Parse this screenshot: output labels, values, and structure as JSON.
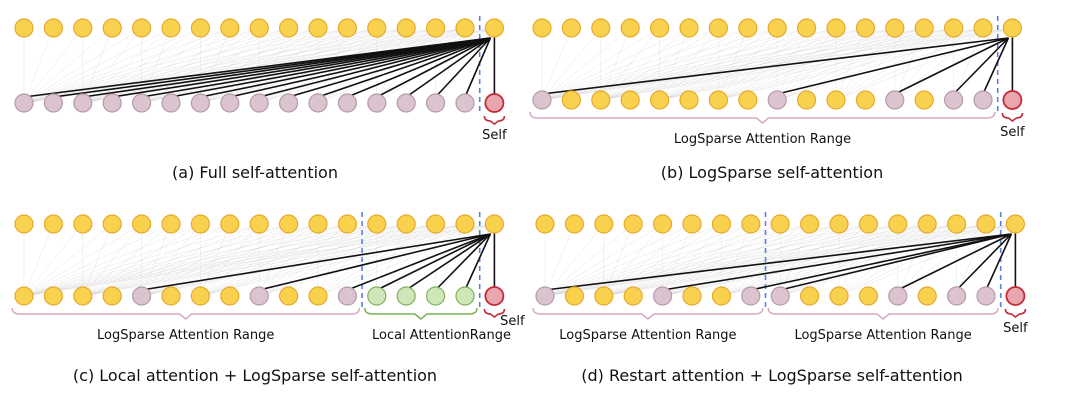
{
  "colors": {
    "yellow_fill": "#f8d24e",
    "yellow_stroke": "#e6a92c",
    "pink_fill": "#dcc3d0",
    "pink_stroke": "#b59aa8",
    "green_fill": "#cfe6b8",
    "green_stroke": "#7fb15c",
    "self_fill": "#e8a6ae",
    "self_stroke": "#c42b3a",
    "bracket_pink": "#d9a9c4",
    "bracket_green": "#79b255",
    "dashed_line": "#5b7fe0",
    "attention_line": "#111111",
    "faint_line": "#cfcfcf"
  },
  "panels": [
    {
      "id": "a",
      "caption": "(a) Full self-attention",
      "bottom_nodes": [
        "p",
        "p",
        "p",
        "p",
        "p",
        "p",
        "p",
        "p",
        "p",
        "p",
        "p",
        "p",
        "p",
        "p",
        "p",
        "p"
      ],
      "attended": [
        0,
        1,
        2,
        3,
        4,
        5,
        6,
        7,
        8,
        9,
        10,
        11,
        12,
        13,
        14,
        15
      ],
      "self_label": "Self",
      "ranges": []
    },
    {
      "id": "b",
      "caption": "(b) LogSparse self-attention",
      "bottom_nodes": [
        "p",
        "y",
        "y",
        "y",
        "y",
        "y",
        "y",
        "y",
        "p",
        "y",
        "y",
        "y",
        "p",
        "y",
        "p",
        "p"
      ],
      "attended": [
        0,
        8,
        12,
        14,
        15
      ],
      "self_label": "Self",
      "ranges": [
        {
          "from": 0,
          "to": 15,
          "kind": "pink",
          "label": "LogSparse Attention  Range"
        }
      ]
    },
    {
      "id": "c",
      "caption": "(c) Local attention + LogSparse self-attention",
      "bottom_nodes": [
        "y",
        "y",
        "y",
        "y",
        "p",
        "y",
        "y",
        "y",
        "p",
        "y",
        "y",
        "p",
        "g",
        "g",
        "g",
        "g"
      ],
      "attended": [
        4,
        8,
        11,
        12,
        13,
        14,
        15
      ],
      "self_label": "Self",
      "ranges": [
        {
          "from": 0,
          "to": 11,
          "kind": "pink",
          "label": "LogSparse Attention  Range"
        },
        {
          "from": 12,
          "to": 15,
          "kind": "green",
          "label": "Local  Attention"
        },
        {
          "from": 16,
          "to": 16,
          "kind": "pink",
          "label": "Range"
        }
      ]
    },
    {
      "id": "d",
      "caption": "(d) Restart attention + LogSparse self-attention",
      "bottom_nodes": [
        "p",
        "y",
        "y",
        "y",
        "p",
        "y",
        "y",
        "p",
        "p",
        "y",
        "y",
        "y",
        "p",
        "y",
        "p",
        "p"
      ],
      "attended": [
        0,
        4,
        7,
        8,
        12,
        14,
        15
      ],
      "self_label": "Self",
      "ranges": [
        {
          "from": 0,
          "to": 7,
          "kind": "pink",
          "label": "LogSparse Attention  Range"
        },
        {
          "from": 8,
          "to": 15,
          "kind": "pink",
          "label": "LogSparse Attention  Range"
        }
      ]
    }
  ]
}
